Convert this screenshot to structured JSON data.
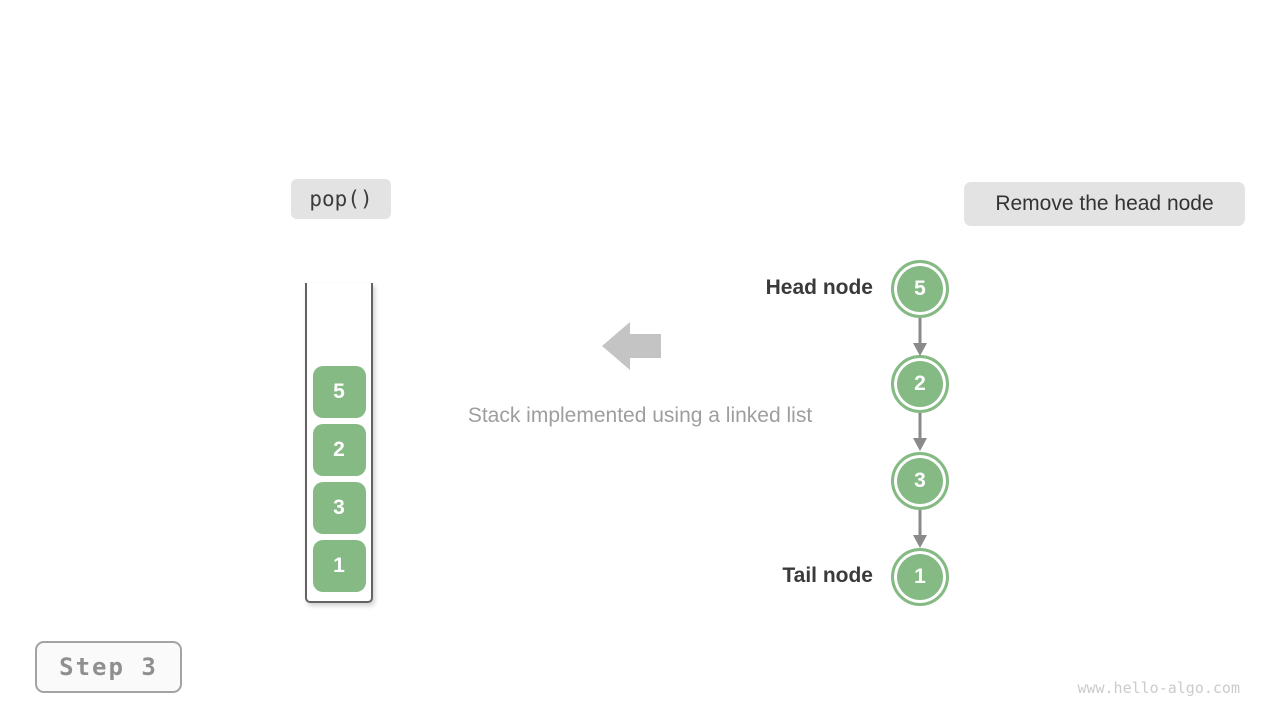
{
  "badges": {
    "operation": "pop()",
    "description": "Remove the head node",
    "step": "Step 3"
  },
  "stack": {
    "items": [
      "5",
      "2",
      "3",
      "1"
    ]
  },
  "caption": {
    "text": "Stack implemented using a linked list"
  },
  "linked_list": {
    "head_label": "Head node",
    "tail_label": "Tail node",
    "nodes": [
      "5",
      "2",
      "3",
      "1"
    ]
  },
  "watermark": "www.hello-algo.com",
  "colors": {
    "node_green": "#85ba85",
    "badge_bg": "#e3e3e3",
    "container_border": "#636363",
    "link_arrow_gray": "#8a8a8a",
    "big_arrow_gray": "#c4c4c4",
    "caption_text": "#9e9e9e",
    "label_text": "#3a3a3a",
    "step_text": "#8f8f8f",
    "watermark_text": "#cbcbcb"
  }
}
